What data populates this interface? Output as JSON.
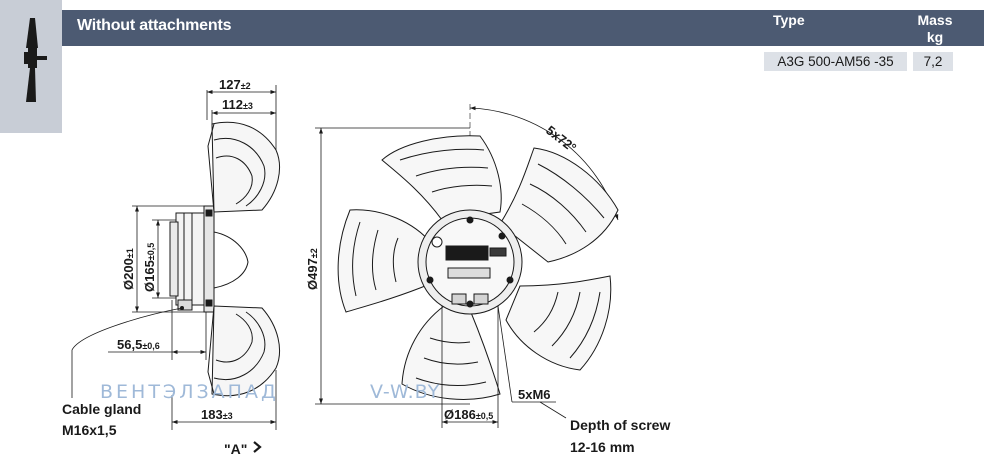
{
  "header": {
    "title": "Without attachments",
    "type_label": "Type",
    "mass_label_line1": "Mass",
    "mass_label_line2": "kg"
  },
  "product": {
    "type": "A3G 500-AM56 -35",
    "mass": "7,2"
  },
  "dimensions": {
    "d127": {
      "main": "127",
      "tol": "±2"
    },
    "d112": {
      "main": "112",
      "tol": "±3"
    },
    "d200": {
      "main": "Ø200",
      "tol": "±1"
    },
    "d165": {
      "main": "Ø165",
      "tol": "±0,5"
    },
    "d56": {
      "main": "56,5",
      "tol": "±0,6"
    },
    "d183": {
      "main": "183",
      "tol": "±3"
    },
    "d497": {
      "main": "Ø497",
      "tol": "±2"
    },
    "d186": {
      "main": "Ø186",
      "tol": "±0,5"
    },
    "angle": "5x72°",
    "screw": "5xM6"
  },
  "notes": {
    "cable_gland_line1": "Cable gland",
    "cable_gland_line2": "M16x1,5",
    "view_label": "\"A\"",
    "depth_line1": "Depth of screw",
    "depth_line2": "12-16 mm"
  },
  "watermark": {
    "left": "ВЕНТЭЛЗАПАД",
    "right": "V-W.BY"
  },
  "colors": {
    "header_band": "#4c5a72",
    "side_panel": "#c8cdd6",
    "table_cell": "#dde1e7",
    "watermark": "#9fb9d8"
  },
  "icons": [
    "fan-side-icon",
    "view-arrow-icon"
  ]
}
